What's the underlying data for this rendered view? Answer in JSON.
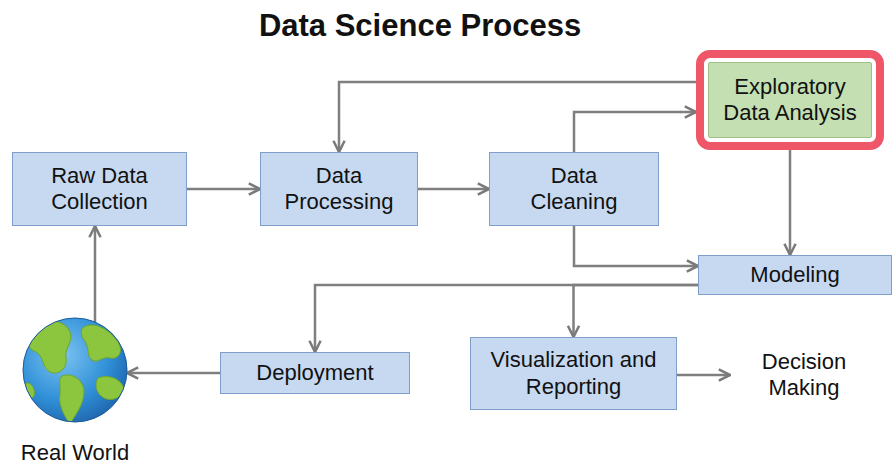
{
  "diagram": {
    "title": "Data Science Process",
    "nodes": [
      {
        "text": [
          "Exploratory Data Analysis"
        ]
      },
      {
        "text": [
          "Raw Data Collection"
        ]
      },
      {
        "text": [
          "Data Processing"
        ]
      },
      {
        "text": [
          "Data Cleaning"
        ]
      },
      {
        "text": [
          "Modeling"
        ]
      },
      {
        "text": [
          "Deployment"
        ]
      },
      {
        "text": [
          "Visualization and Reporting"
        ]
      },
      {
        "text": [
          "Decision Making"
        ]
      },
      {
        "text": [
          "Real World"
        ]
      }
    ],
    "edges": [
      {
        "from": 1,
        "to": 2,
        "arrow": "to"
      },
      {
        "from": 2,
        "to": 3,
        "arrow": "to"
      },
      {
        "from": 3,
        "to": 0,
        "arrow": "to"
      },
      {
        "from": 0,
        "to": 2,
        "arrow": "to"
      },
      {
        "from": 0,
        "to": 4,
        "arrow": "to"
      },
      {
        "from": 3,
        "to": 4,
        "arrow": "to"
      },
      {
        "from": 4,
        "to": 5,
        "arrow": "to"
      },
      {
        "from": 4,
        "to": 6,
        "arrow": "to"
      },
      {
        "from": 6,
        "to": 7,
        "arrow": "to"
      },
      {
        "from": 5,
        "to": 8,
        "arrow": "to"
      },
      {
        "from": 8,
        "to": 1,
        "arrow": "to"
      }
    ]
  }
}
